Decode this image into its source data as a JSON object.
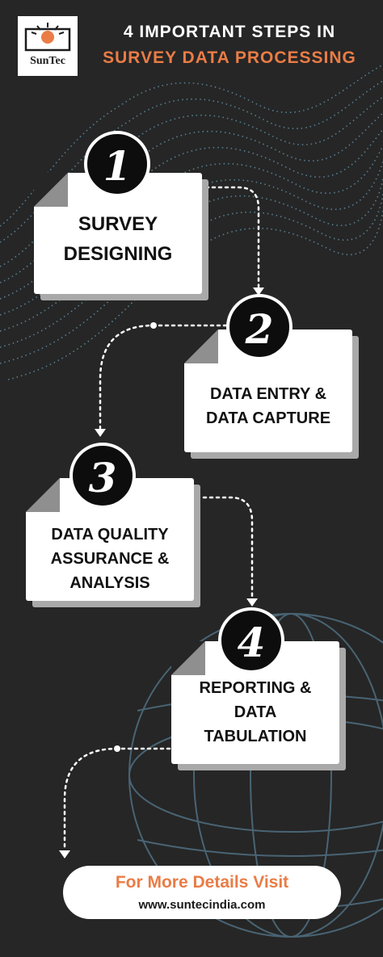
{
  "header": {
    "logo_text": "SunTec",
    "title_line1": "4 IMPORTANT STEPS IN",
    "title_line2": "SURVEY DATA PROCESSING"
  },
  "steps": [
    {
      "number": "1",
      "lines": [
        "SURVEY",
        "DESIGNING"
      ]
    },
    {
      "number": "2",
      "lines": [
        "DATA ENTRY &",
        "DATA CAPTURE"
      ]
    },
    {
      "number": "3",
      "lines": [
        "DATA QUALITY",
        "ASSURANCE &",
        "ANALYSIS"
      ]
    },
    {
      "number": "4",
      "lines": [
        "REPORTING &",
        "DATA",
        "TABULATION"
      ]
    }
  ],
  "cta": {
    "title": "For More Details Visit",
    "url": "www.suntecindia.com"
  },
  "colors": {
    "background": "#262626",
    "accent": "#ea7c46",
    "card": "#ffffff",
    "card_shadow": "#a9a9a9",
    "badge": "#0d0d0d",
    "wave_dots": "#5f8fa6",
    "globe_lines": "#4d6b7d"
  }
}
